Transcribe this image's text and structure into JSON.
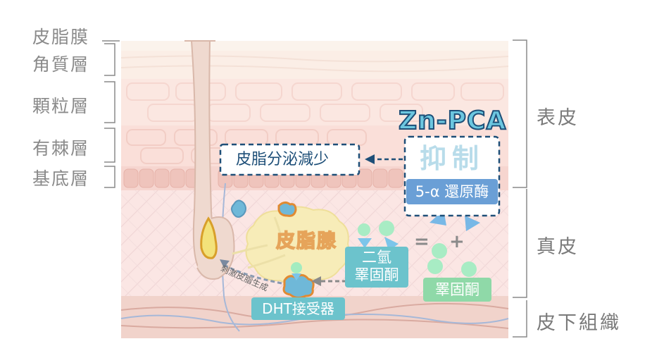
{
  "layers_left": [
    "皮脂膜",
    "角質層",
    "顆粒層",
    "有棘層",
    "基底層"
  ],
  "layers_right": [
    "表皮",
    "真皮",
    "皮下組織"
  ],
  "zn_pca": "Zn-PCA",
  "inhibit": "抑制",
  "enzyme": "5-α 還原酶",
  "sebum_reduce": "皮脂分泌減少",
  "sebaceous_gland": "皮脂腺",
  "dht_line1": "二氫",
  "dht_line2": "睪固酮",
  "equals": "=",
  "plus": "+",
  "testosterone": "睪固酮",
  "receptor": "DHT接受器",
  "stimulate": "刺激皮脂生成",
  "colors": {
    "teal_box": "#6cc3cc",
    "green_box": "#8fd9a8",
    "blue_box": "#6a9fd6",
    "dark_navy": "#1e4f78",
    "gland": "#f6ebb5",
    "orange_outline": "#e8a030"
  }
}
